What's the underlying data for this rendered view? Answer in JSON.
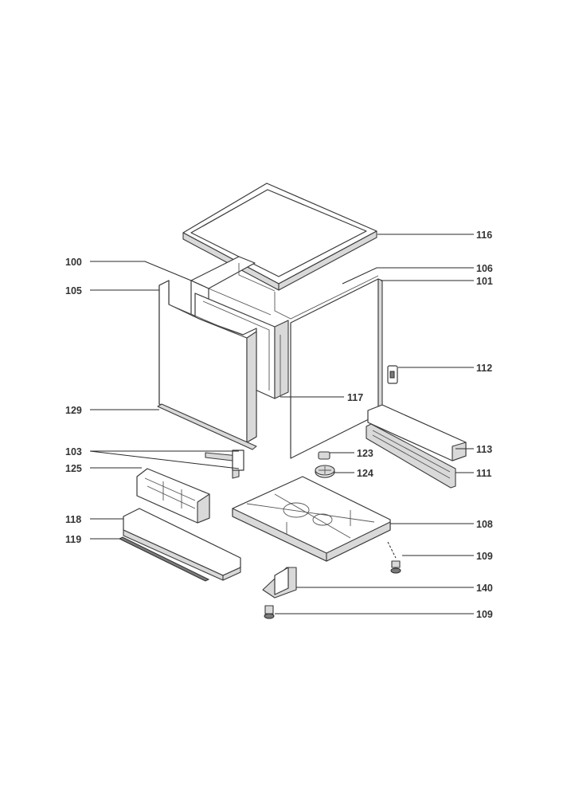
{
  "callouts": {
    "c116": "116",
    "c100": "100",
    "c106": "106",
    "c105": "105",
    "c101": "101",
    "c112": "112",
    "c129": "129",
    "c117": "117",
    "c113": "113",
    "c103": "103",
    "c123": "123",
    "c125": "125",
    "c111": "111",
    "c124": "124",
    "c118": "118",
    "c108": "108",
    "c119": "119",
    "c109a": "109",
    "c140": "140",
    "c109b": "109"
  },
  "colors": {
    "line": "#3a3a3a",
    "text": "#333333",
    "background": "#ffffff"
  }
}
